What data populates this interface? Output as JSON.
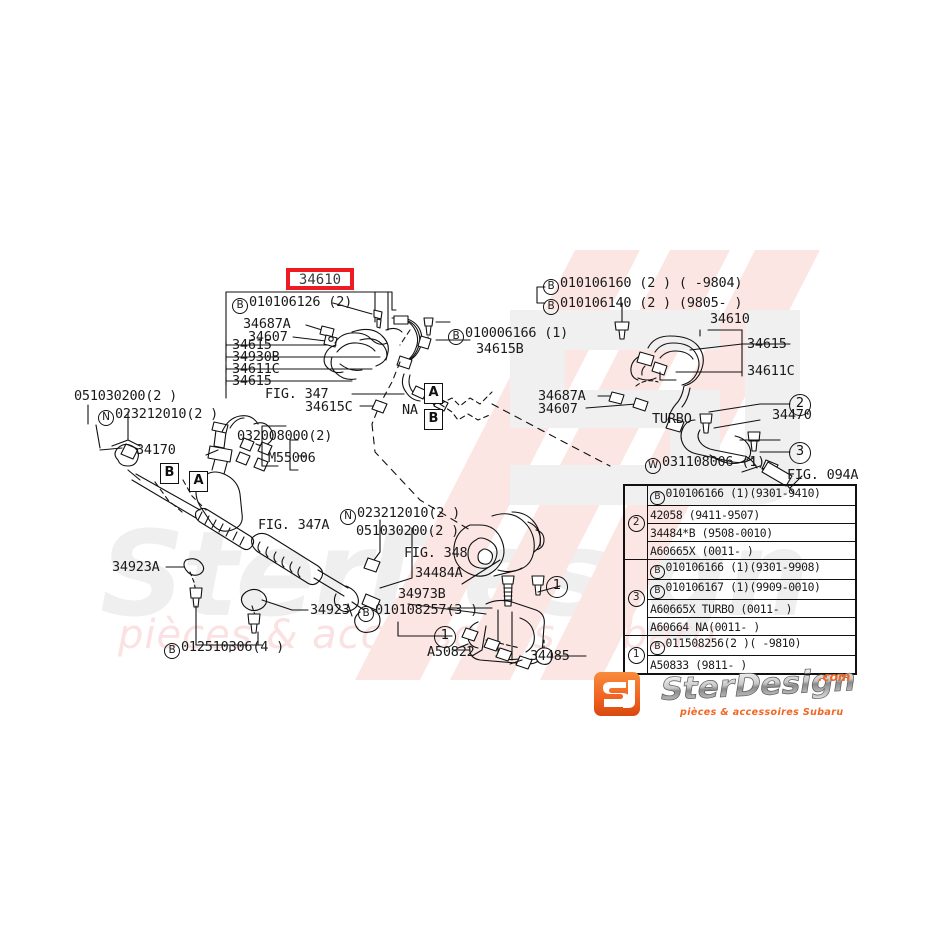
{
  "diagram": {
    "title": "34610",
    "highlight_color": "#ee1c22",
    "group_box_top_left": {
      "items": [
        {
          "prefix": "B",
          "text": "010106126 (2)"
        },
        {
          "text": "34687A"
        },
        {
          "text": "34607"
        },
        {
          "text": "34615"
        },
        {
          "text": "34930B"
        },
        {
          "text": "34611C"
        },
        {
          "text": "34615"
        },
        {
          "text": "FIG. 347"
        },
        {
          "text": "34615C"
        }
      ]
    },
    "labels": [
      {
        "id": "l-na-left",
        "text": "NA"
      },
      {
        "id": "l-010006166",
        "prefix": "B",
        "text": "010006166 (1)"
      },
      {
        "id": "l-34615B",
        "text": "34615B"
      },
      {
        "id": "l-010106160",
        "prefix": "B",
        "text": "010106160 (2 ) (  -9804)"
      },
      {
        "id": "l-010106140",
        "prefix": "B",
        "text": "010106140 (2 ) (9805-  )"
      },
      {
        "id": "l-34610-right",
        "text": "34610"
      },
      {
        "id": "l-34615-right",
        "text": "34615"
      },
      {
        "id": "l-34611C-right",
        "text": "34611C"
      },
      {
        "id": "l-34687A-right",
        "text": "34687A"
      },
      {
        "id": "l-34607-right",
        "text": "34607"
      },
      {
        "id": "l-turbo",
        "text": "TURBO"
      },
      {
        "id": "l-34470",
        "text": "34470"
      },
      {
        "id": "l-031108006",
        "prefix": "W",
        "text": "031108006 (1)"
      },
      {
        "id": "l-fig094a",
        "text": "FIG. 094A"
      },
      {
        "id": "l-051030200-tl",
        "text": "051030200(2 )"
      },
      {
        "id": "l-023212010-tl",
        "prefix": "N",
        "text": "023212010(2 )"
      },
      {
        "id": "l-34170",
        "text": "34170"
      },
      {
        "id": "l-032008000",
        "text": "032008000(2)"
      },
      {
        "id": "l-M55006",
        "text": "M55006"
      },
      {
        "id": "l-fig347a",
        "text": "FIG. 347A"
      },
      {
        "id": "l-023212010-bc",
        "prefix": "N",
        "text": "023212010(2 )"
      },
      {
        "id": "l-051030200-bc",
        "text": "051030200(2 )"
      },
      {
        "id": "l-fig348",
        "text": "FIG. 348"
      },
      {
        "id": "l-34484A",
        "text": "34484A"
      },
      {
        "id": "l-34973B",
        "text": "34973B"
      },
      {
        "id": "l-010108257",
        "prefix": "B",
        "text": "010108257(3 )"
      },
      {
        "id": "l-A50822",
        "text": "A50822"
      },
      {
        "id": "l-34485",
        "text": "34485"
      },
      {
        "id": "l-34923A",
        "text": "34923A"
      },
      {
        "id": "l-34923",
        "text": "34923"
      },
      {
        "id": "l-012510306",
        "prefix": "B",
        "text": "012510306(4 )"
      }
    ],
    "callout_boxes": [
      {
        "id": "box-a-upper",
        "text": "A"
      },
      {
        "id": "box-b-upper",
        "text": "B"
      },
      {
        "id": "box-b-left",
        "text": "B"
      },
      {
        "id": "box-a-left",
        "text": "A"
      }
    ],
    "callout_circles": [
      {
        "id": "circ-2-right",
        "text": "2"
      },
      {
        "id": "circ-3-right",
        "text": "3"
      },
      {
        "id": "circ-1-mid",
        "text": "1"
      },
      {
        "id": "circ-1-low",
        "text": "1"
      }
    ],
    "legend": {
      "groups": [
        {
          "index": "2",
          "rows": [
            {
              "prefix": "B",
              "text": "010106166 (1)(9301-9410)"
            },
            {
              "text": "42058 (9411-9507)"
            },
            {
              "text": "34484*B (9508-0010)"
            },
            {
              "text": "A60665X (0011-    )"
            }
          ]
        },
        {
          "index": "3",
          "rows": [
            {
              "prefix": "B",
              "text": "010106166 (1)(9301-9908)"
            },
            {
              "prefix": "B",
              "text": "010106167 (1)(9909-0010)"
            },
            {
              "text": "A60665X TURBO (0011-    )"
            },
            {
              "text": "A60664  NA(0011-    )"
            }
          ]
        },
        {
          "index": "1",
          "rows": [
            {
              "prefix": "B",
              "text": "011508256(2 )(    -9810)"
            },
            {
              "text": "A50833 (9811-    )"
            }
          ]
        }
      ]
    },
    "watermark": {
      "main": "SterDesign",
      "sub": "pièces & accessoires Subaru"
    },
    "logo": {
      "mark": "SJ",
      "name": "SterDesign",
      "tld": ".com",
      "tagline": "pièces & accessoires Subaru",
      "color": "#f26522"
    }
  }
}
